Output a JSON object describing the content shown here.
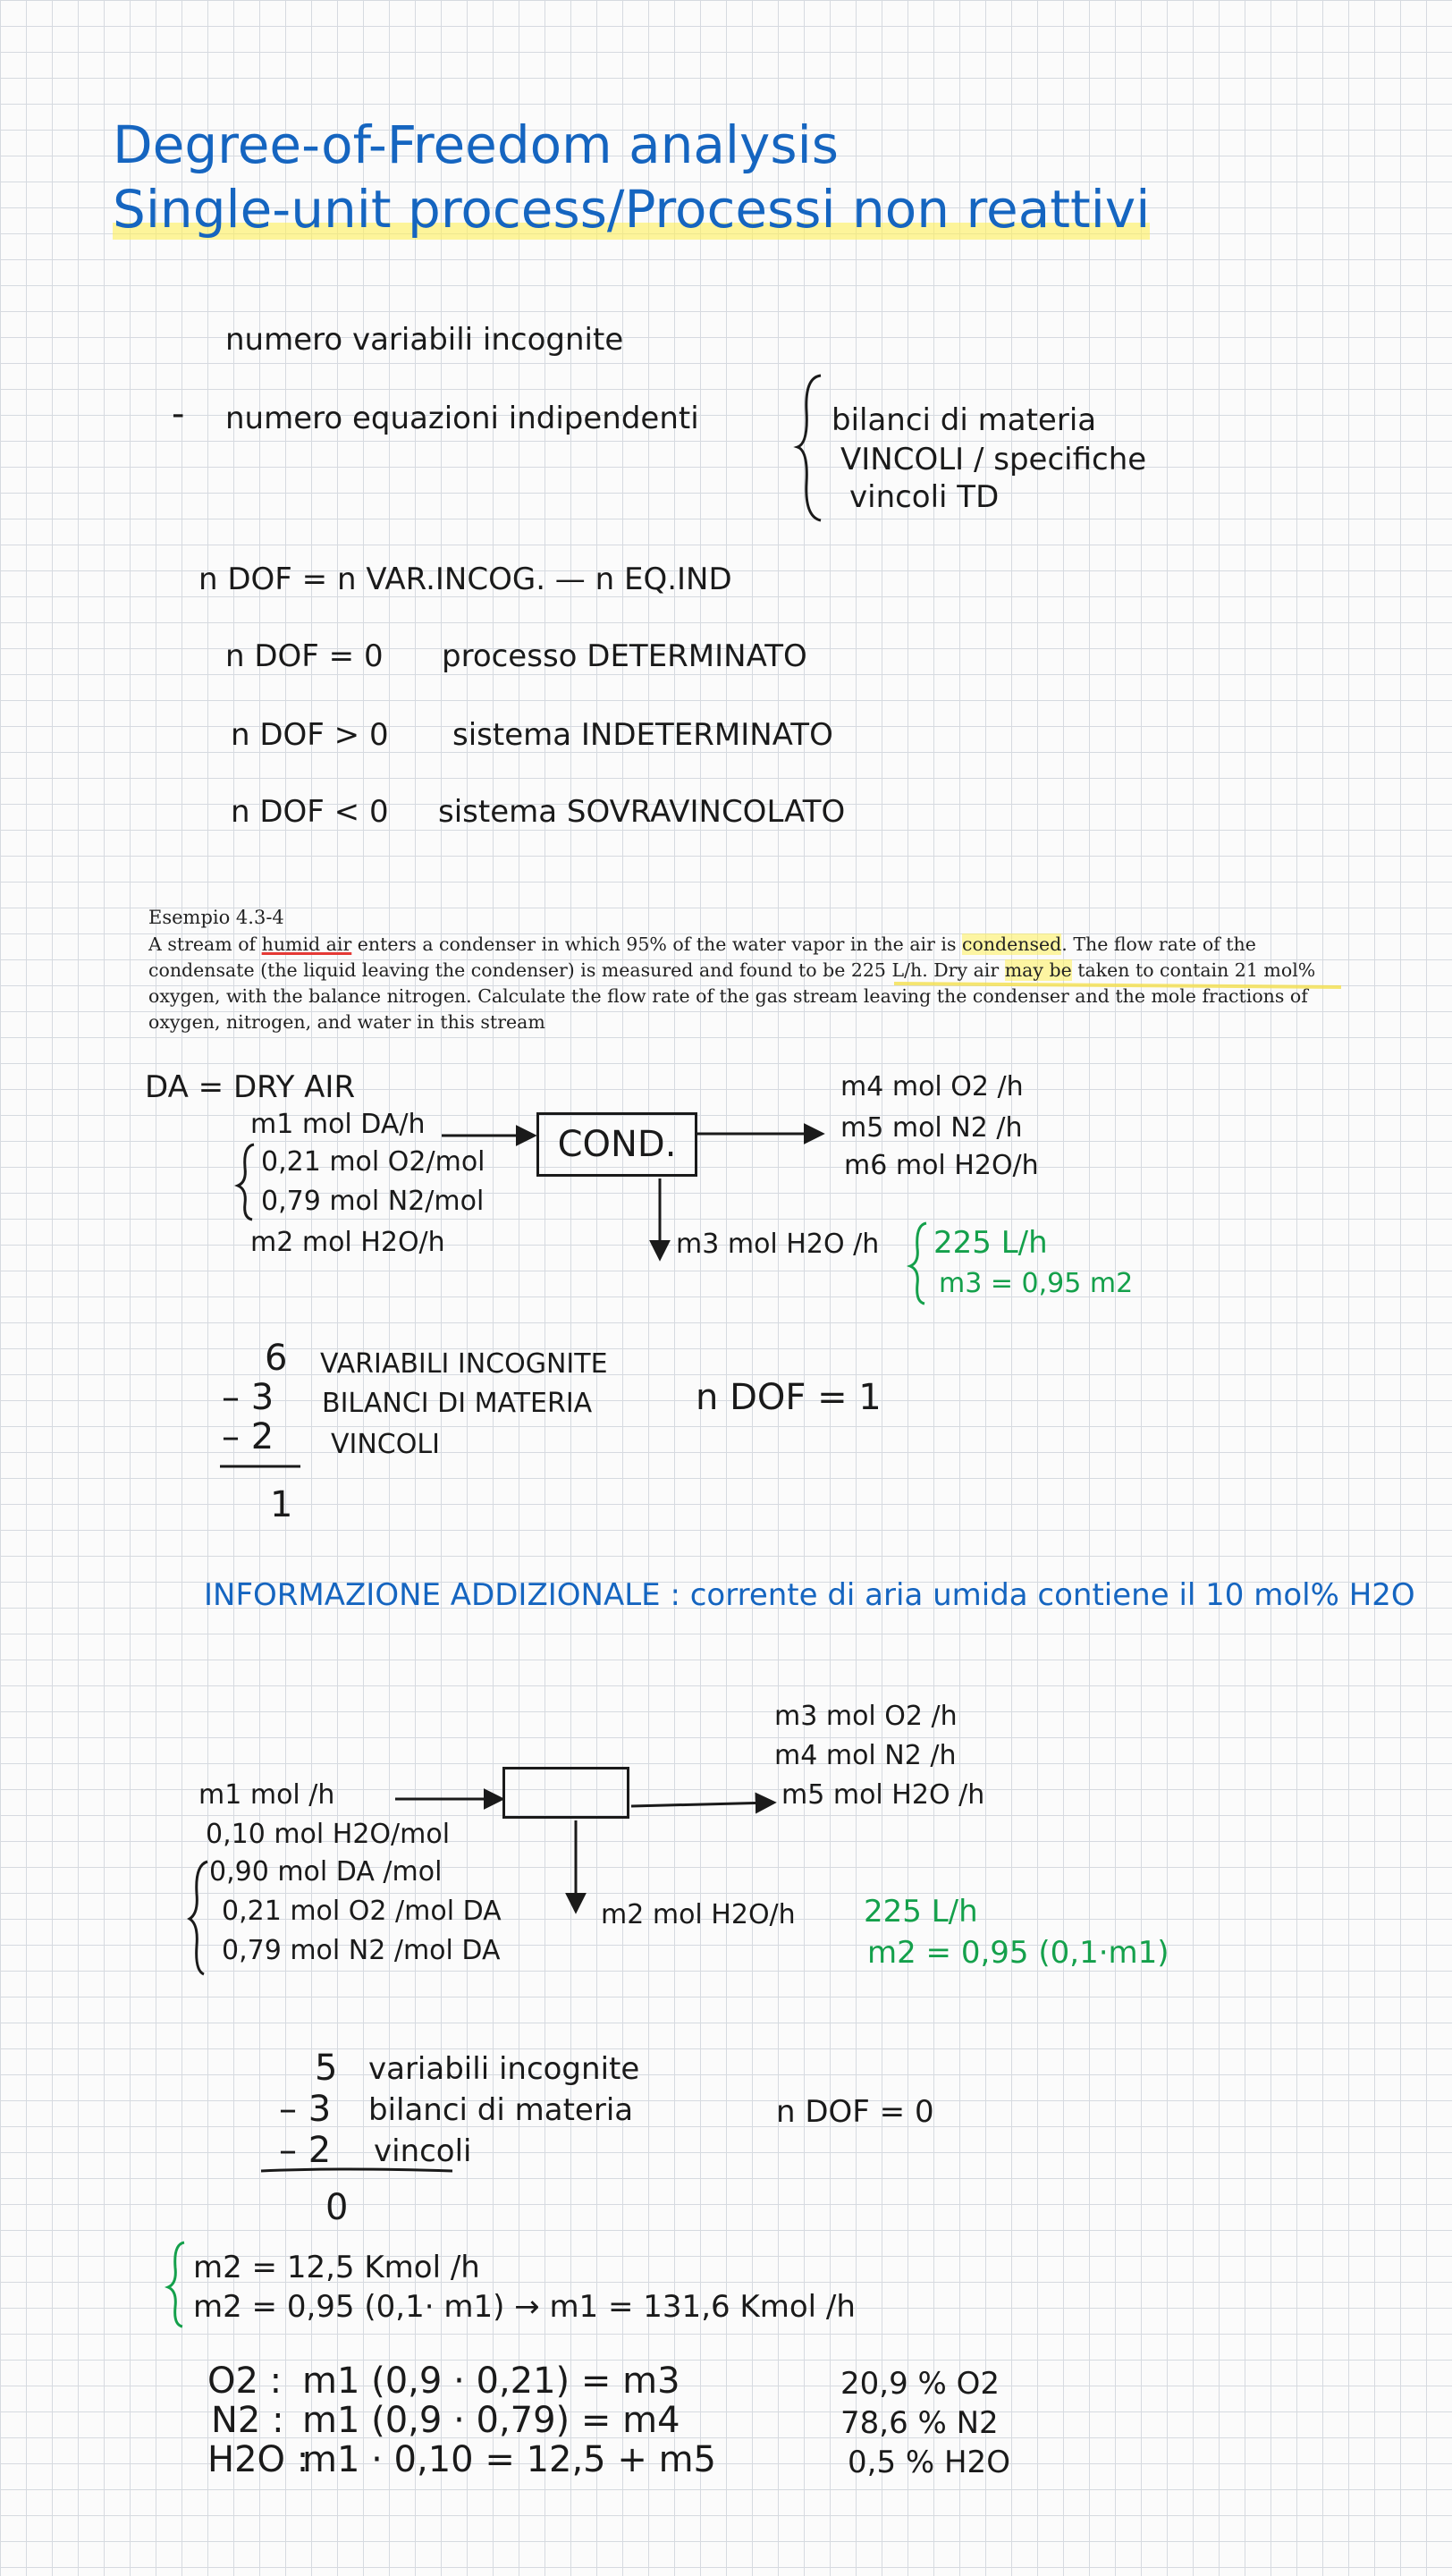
{
  "title": {
    "line1": "Degree-of-Freedom analysis",
    "line2": "Single-unit process/Processi non reattivi"
  },
  "definition": {
    "unknowns": "numero variabili incognite",
    "minus": "-",
    "equations": "numero equazioni indipendenti",
    "bracket_items": [
      "bilanci di materia",
      "VINCOLI / specifiche",
      "vincoli TD"
    ]
  },
  "formula": {
    "main": "n DOF = n VAR.INCOG. — n EQ.IND",
    "cases": [
      {
        "cond": "n DOF = 0",
        "label": "processo DETERMINATO"
      },
      {
        "cond": "n DOF > 0",
        "label": "sistema INDETERMINATO"
      },
      {
        "cond": "n DOF < 0",
        "label": "sistema SOVRAVINCOLATO"
      }
    ]
  },
  "example": {
    "heading": "Esempio 4.3-4",
    "text_a": "A stream of ",
    "text_humid": "humid air",
    "text_b": " enters a condenser in which 95% of the water vapor in the air is ",
    "text_condensed": "condensed",
    "text_c": ". The flow rate of the condensate (the liquid leaving the condenser) is measured and found to be 225 L/h. Dry air ",
    "text_maybe": "may be",
    "text_d": " taken to contain 21 mol% oxygen, with the balance nitrogen. Calculate the flow rate of the gas stream leaving the condenser and the mole fractions of oxygen, nitrogen, and water in this stream"
  },
  "diagram1": {
    "da_label": "DA = DRY AIR",
    "inlet": [
      "m1 mol DA/h",
      "0,21 mol O2/mol",
      "0,79 mol N2/mol",
      "m2 mol H2O/h"
    ],
    "unit": "COND.",
    "outlet": [
      "m4 mol O2 /h",
      "m5 mol N2 /h",
      "m6 mol H2O/h"
    ],
    "bottom": "m3 mol H2O /h",
    "given": [
      "225 L/h",
      "m3 = 0,95 m2"
    ]
  },
  "dof1": {
    "rows": [
      {
        "n": "6",
        "label": "VARIABILI INCOGNITE"
      },
      {
        "n": "– 3",
        "label": "BILANCI DI MATERIA"
      },
      {
        "n": "– 2",
        "label": "VINCOLI"
      }
    ],
    "total": "1",
    "result": "n DOF = 1"
  },
  "additional": "INFORMAZIONE ADDIZIONALE : corrente di aria umida contiene il 10 mol% H2O",
  "diagram2": {
    "inlet": [
      "m1 mol /h",
      "0,10 mol H2O/mol",
      "0,90 mol DA /mol",
      "0,21 mol O2 /mol DA",
      "0,79 mol N2 /mol DA"
    ],
    "outlet": [
      "m3 mol O2 /h",
      "m4 mol N2 /h",
      "m5 mol H2O /h"
    ],
    "bottom": "m2 mol H2O/h",
    "given": [
      "225 L/h",
      "m2 = 0,95 (0,1·m1)"
    ]
  },
  "dof2": {
    "rows": [
      {
        "n": "5",
        "label": "variabili incognite"
      },
      {
        "n": "– 3",
        "label": "bilanci di materia"
      },
      {
        "n": "– 2",
        "label": "vincoli"
      }
    ],
    "total": "0",
    "result": "n DOF = 0"
  },
  "solution": {
    "lines": [
      "m2 = 12,5 Kmol /h",
      "m2 = 0,95 (0,1· m1) → m1 = 131,6 Kmol /h"
    ],
    "balances": [
      {
        "sp": "O2 :",
        "eq": "m1 (0,9 · 0,21) = m3",
        "pct": "20,9 % O2"
      },
      {
        "sp": "N2 :",
        "eq": "m1 (0,9 · 0,79) = m4",
        "pct": "78,6 % N2"
      },
      {
        "sp": "H2O :",
        "eq": "m1 · 0,10 = 12,5 + m5",
        "pct": "0,5 % H2O"
      }
    ]
  },
  "colors": {
    "blue": "#1565c0",
    "green": "#14a04b",
    "ink": "#1a1a1a",
    "grid": "#d6dae0"
  }
}
